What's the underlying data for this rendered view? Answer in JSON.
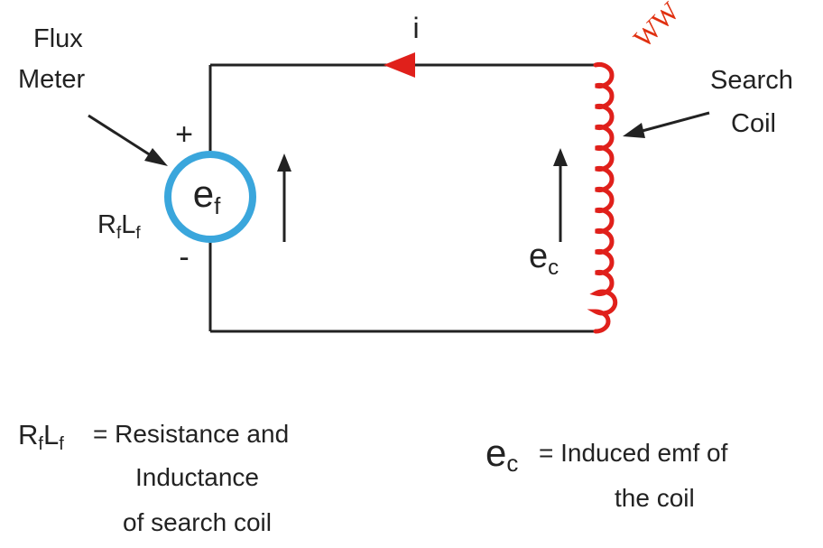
{
  "labels": {
    "flux_line1": "Flux",
    "flux_line2": "Meter",
    "search_line1": "Search",
    "search_line2": "Coil",
    "current": "i",
    "plus": "+",
    "minus": "-",
    "ef_main": "e",
    "ef_sub": "f",
    "rl_r": "R",
    "rl_rsub": "f",
    "rl_l": "L",
    "rl_lsub": "f",
    "ec_main": "e",
    "ec_sub": "c"
  },
  "legend": {
    "rl_r": "R",
    "rl_rsub": "f",
    "rl_l": "L",
    "rl_lsub": "f",
    "rl_line1": "= Resistance and",
    "rl_line2": "Inductance",
    "rl_line3": "of search coil",
    "ec_main": "e",
    "ec_sub": "c",
    "ec_line1": "= Induced emf of",
    "ec_line2": "the coil"
  },
  "watermark": "WW",
  "colors": {
    "wire": "#222222",
    "meter_ring": "#3aa6dc",
    "coil": "#e0201b",
    "arrowhead": "#e0201b",
    "watermark": "#e03010"
  }
}
